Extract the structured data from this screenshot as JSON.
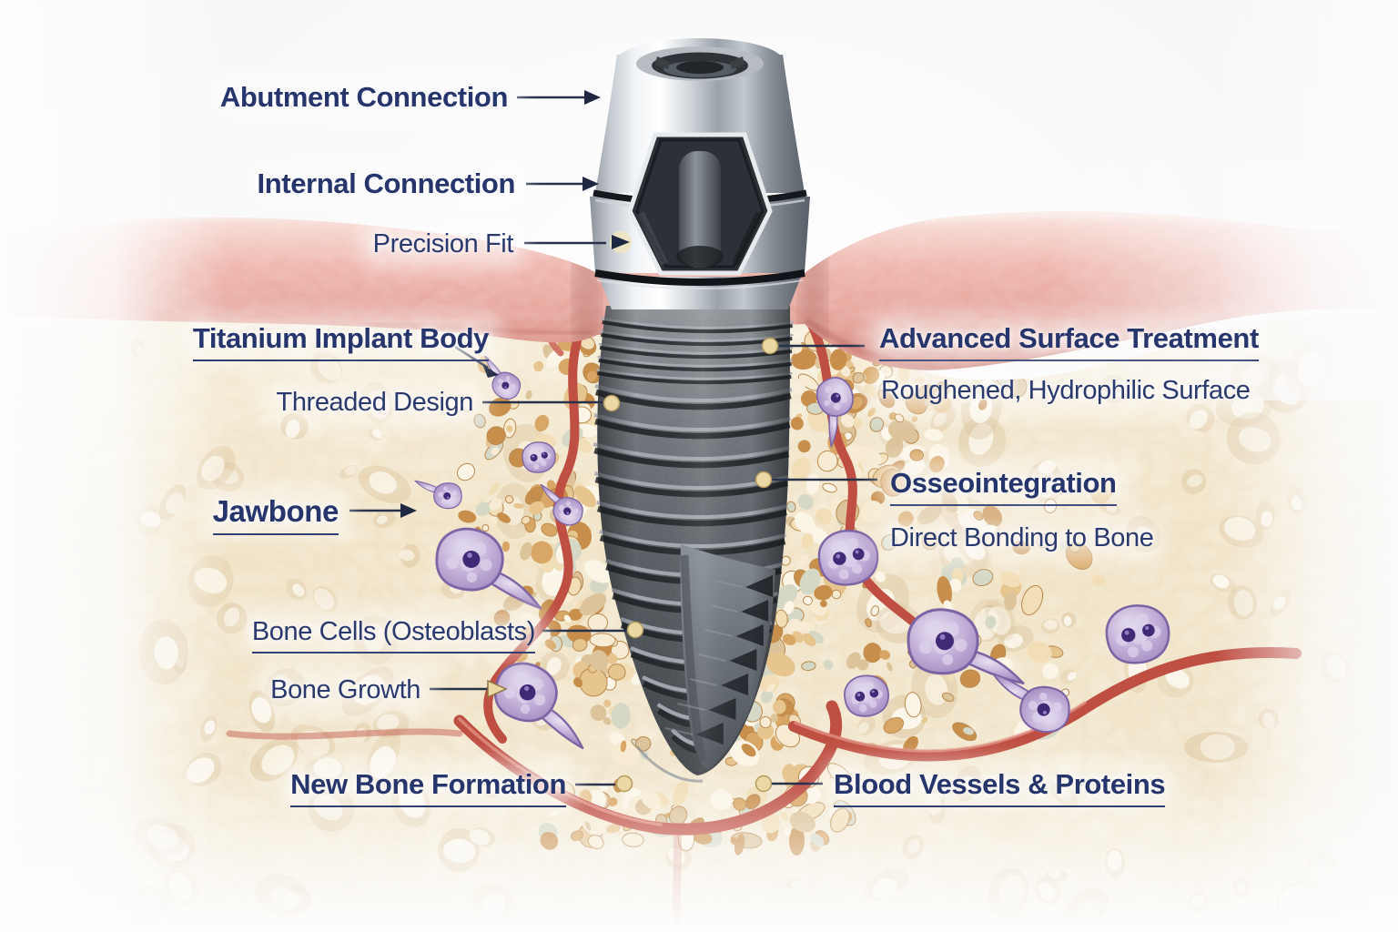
{
  "diagram": {
    "callouts": {
      "abutment_connection": {
        "label": "Abutment Connection"
      },
      "internal_connection": {
        "label": "Internal Connection"
      },
      "precision_fit": {
        "label": "Precision Fit"
      },
      "titanium_implant_body": {
        "label": "Titanium Implant Body"
      },
      "threaded_design": {
        "label": "Threaded Design"
      },
      "jawbone": {
        "label": "Jawbone"
      },
      "bone_cells": {
        "label": "Bone Cells (Osteoblasts)"
      },
      "bone_growth": {
        "label": "Bone Growth"
      },
      "new_bone_formation": {
        "label": "New Bone Formation"
      },
      "advanced_surface_treatment": {
        "label": "Advanced Surface Treatment",
        "sublabel": "Roughened, Hydrophilic Surface"
      },
      "osseointegration": {
        "label": "Osseointegration",
        "sublabel": "Direct Bonding to Bone"
      },
      "blood_vessels": {
        "label": "Blood Vessels & Proteins"
      }
    },
    "colors": {
      "label_text": "#2a3a6e",
      "leader_line": "#27314a",
      "marker_dot": "#ead9a4",
      "gum_pink": "#e5a097",
      "bone_cream": "#efe2c6",
      "implant_metal": "#c7ccd2",
      "implant_body": "#54595f",
      "osteoblast_purple": "#b7a4cf",
      "vessel_red": "#c05247"
    }
  }
}
